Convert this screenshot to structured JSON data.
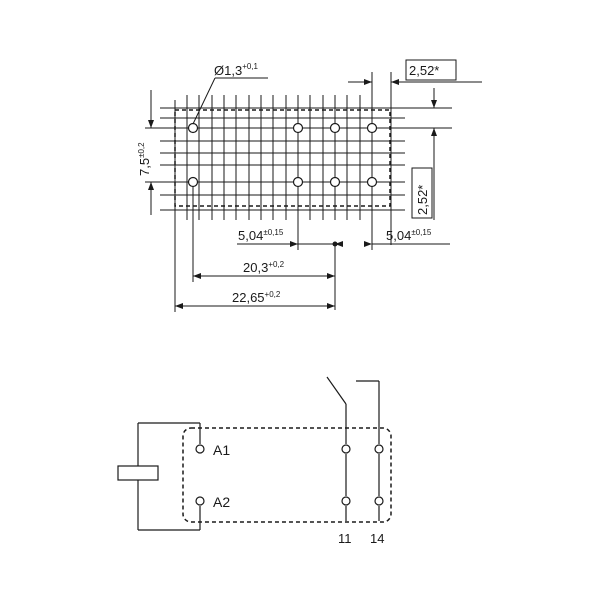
{
  "pcb_layout": {
    "hole_diameter": {
      "value": "Ø1,3",
      "tolerance": "+0,1"
    },
    "grid_pitch_horizontal": {
      "value": "2,52*"
    },
    "grid_pitch_vertical": {
      "value": "2,52*"
    },
    "row_spacing": {
      "value": "7,5",
      "tolerance": "±0,2"
    },
    "pin_pitch_left": {
      "value": "5,04",
      "tolerance": "±0,15"
    },
    "pin_pitch_right": {
      "value": "5,04",
      "tolerance": "±0,15"
    },
    "span_inner": {
      "value": "20,3",
      "tolerance": "+0,2"
    },
    "span_outer": {
      "value": "22,65",
      "tolerance": "+0,2"
    }
  },
  "wiring": {
    "coil_terminal_top": "A1",
    "coil_terminal_bottom": "A2",
    "contact_common": "11",
    "contact_no": "14"
  }
}
